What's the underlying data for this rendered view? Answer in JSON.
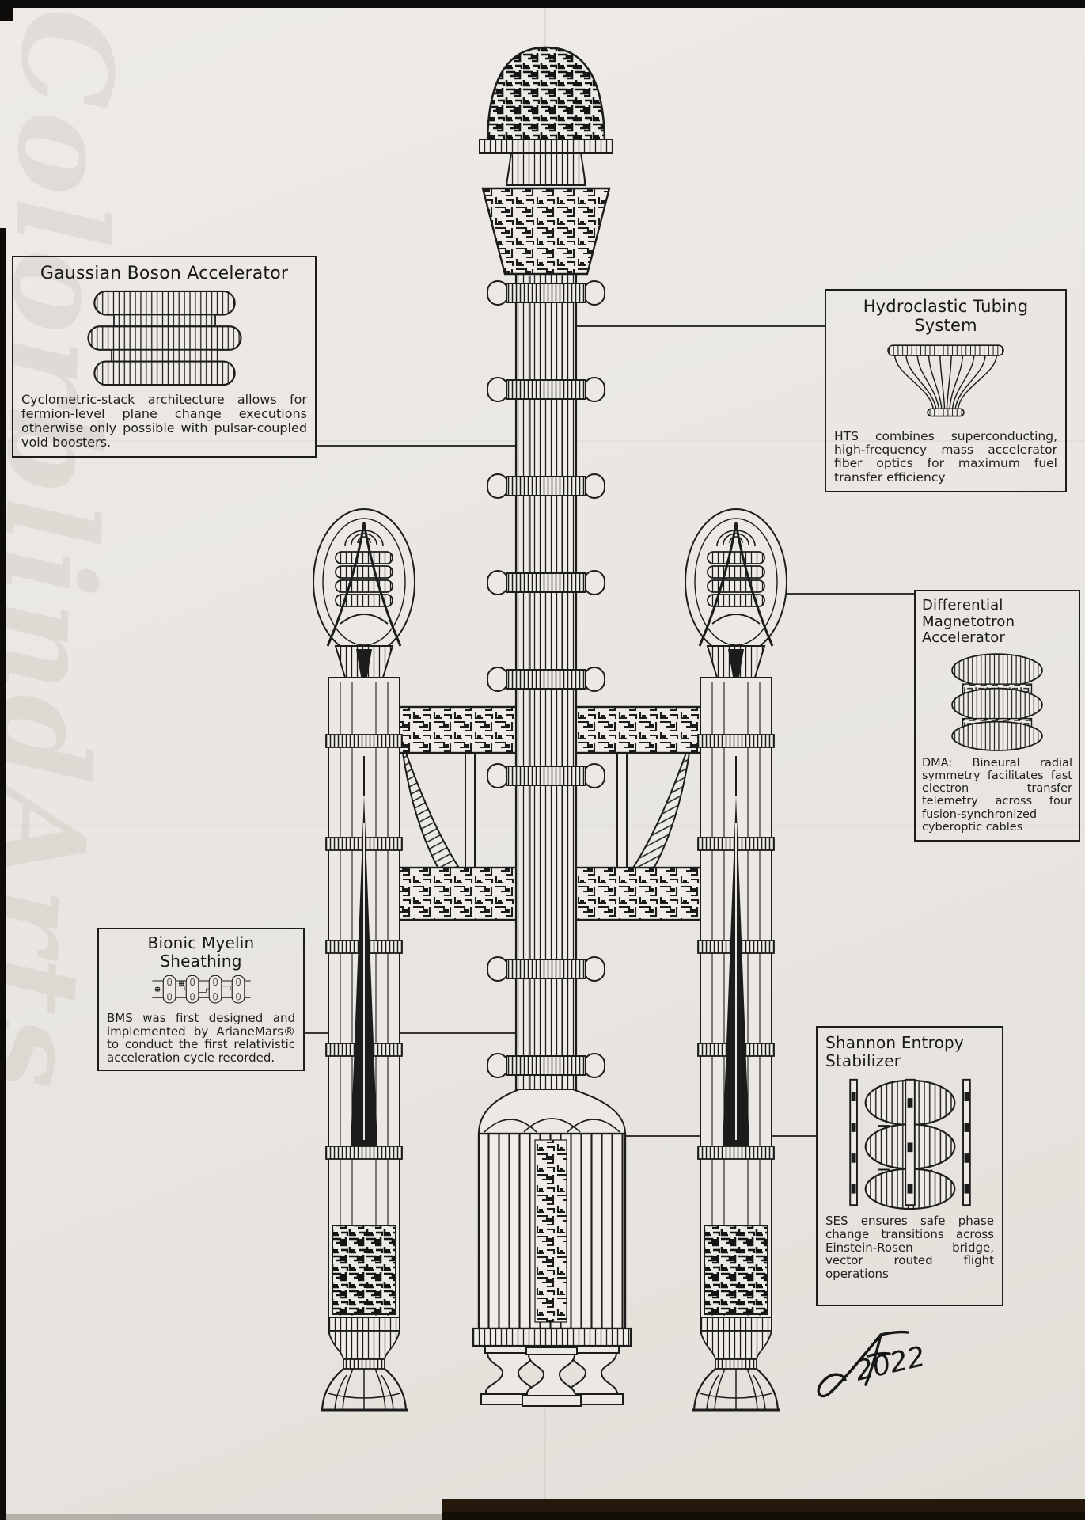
{
  "artwork": {
    "watermark": "ColorblindArts",
    "signature_initials": "JF",
    "signature_year": "2022"
  },
  "callouts": [
    {
      "title": "Gaussian Boson Accelerator",
      "description": "Cyclometric-stack architecture allows for fermion-level plane change executions otherwise only possible with pulsar-coupled void boosters."
    },
    {
      "title": "Hydroclastic Tubing System",
      "description": "HTS combines superconducting, high-frequency mass accelerator fiber optics for maximum fuel transfer efficiency"
    },
    {
      "title": "Differential Magnetotron Accelerator",
      "description": "DMA: Bineural radial symmetry facilitates fast electron transfer telemetry across four fusion-synchronized cyberoptic cables"
    },
    {
      "title": "Bionic Myelin Sheathing",
      "description": "BMS was first designed and implemented by ArianeMars® to conduct the first relativistic acceleration cycle recorded."
    },
    {
      "title": "Shannon Entropy Stabilizer",
      "description": "SES ensures safe phase change transitions across Einstein-Rosen bridge, vector routed flight operations"
    }
  ],
  "colors": {
    "ink": "#1c1c1c",
    "paper": "#e9e6e2",
    "photo_edge": "#0e0c0a",
    "bottom_band": "#25180d"
  }
}
